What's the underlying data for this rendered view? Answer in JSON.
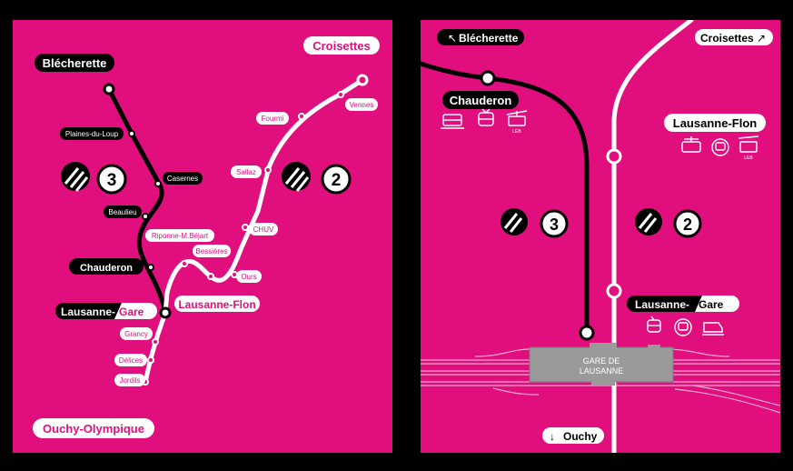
{
  "left_map": {
    "terminus_labels": {
      "blecherette": "Blécherette",
      "croisettes": "Croisettes",
      "ouchy": "Ouchy-Olympique"
    },
    "line3_stations": [
      "Plaines-du-Loup",
      "Casernes",
      "Beaulieu",
      "Chauderon"
    ],
    "line2_stations": [
      "Vennes",
      "Fourmi",
      "Sallaz",
      "CHUV",
      "Ours",
      "Bessières",
      "Riponne-M.Béjart",
      "Grancy",
      "Délices",
      "Jordils"
    ],
    "interchanges": {
      "flon": "Lausanne-Flon",
      "gare_a": "Lausanne-",
      "gare_b": "Gare"
    },
    "line3_number": "3",
    "line2_number": "2"
  },
  "right_map": {
    "blecherette": "Blécherette",
    "croisettes": "Croisettes",
    "chauderon": "Chauderon",
    "flon": "Lausanne-Flon",
    "gare_a": "Lausanne-",
    "gare_b": "Gare",
    "station_building_1": "GARE DE",
    "station_building_2": "LAUSANNE",
    "ouchy": "Ouchy",
    "leb_text": "LEB",
    "line3_number": "3",
    "line2_number": "2",
    "arrows": {
      "up_left": "↖",
      "up_right": "↗",
      "down": "↓"
    }
  },
  "colors": {
    "background": "#E10F7D",
    "line3": "#000000",
    "line2": "#FFFFFF",
    "building": "#9A9A9A"
  },
  "icons": [
    "train-icon",
    "bus-icon",
    "funicular-icon",
    "metro-icon"
  ]
}
